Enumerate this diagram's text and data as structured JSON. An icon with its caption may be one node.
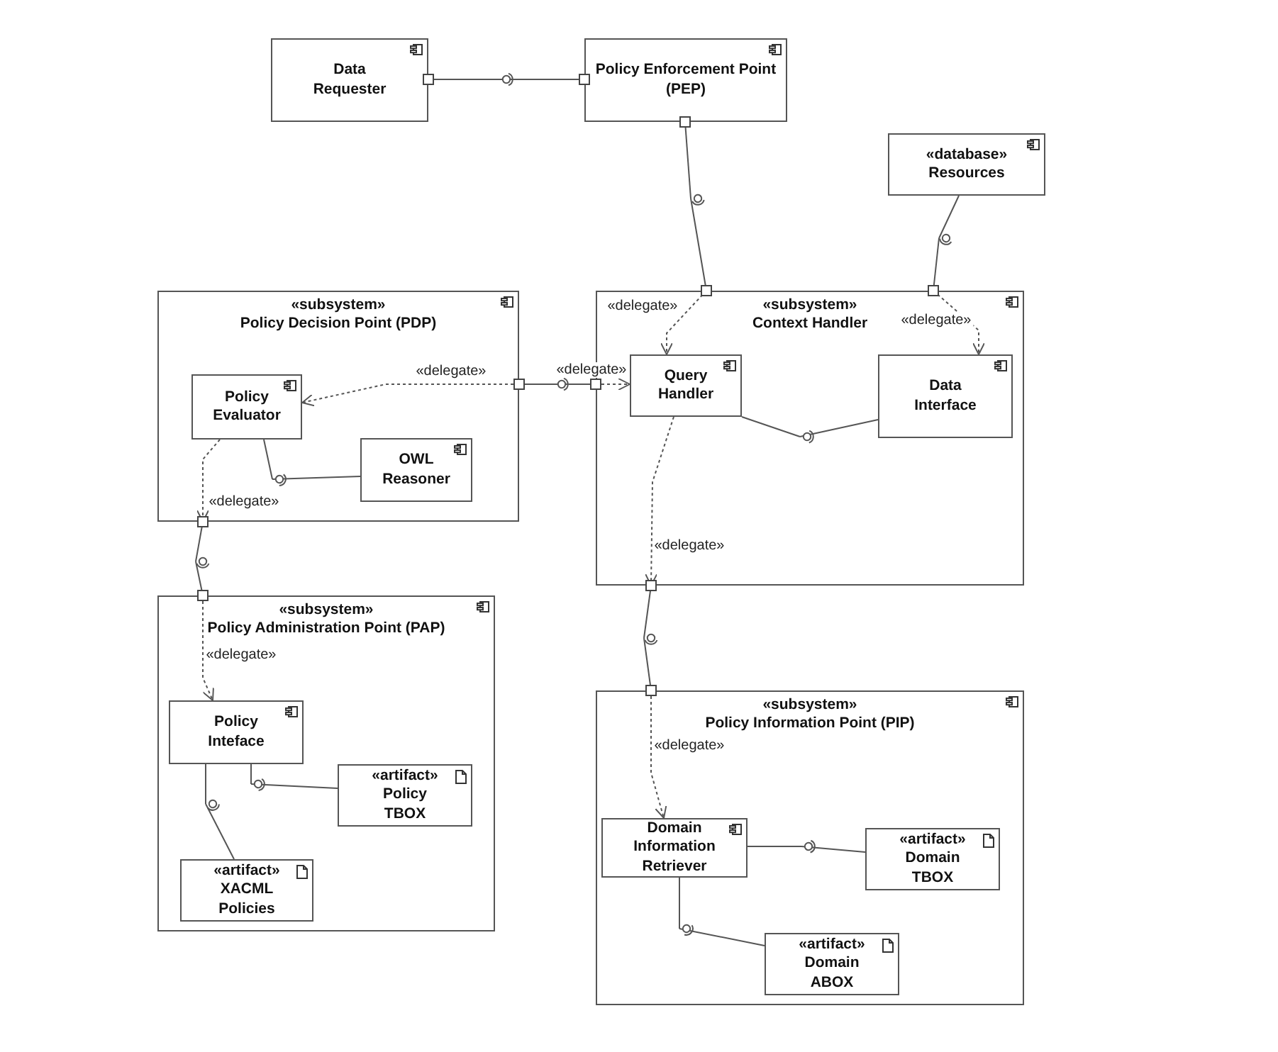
{
  "diagram": {
    "nodes": [
      {
        "text": [
          "Data Requester"
        ]
      },
      {
        "text": [
          "Policy Enforcement Point (PEP)"
        ]
      },
      {
        "text": [
          "«database»",
          "Resources"
        ]
      },
      {
        "text": [
          "«subsystem»",
          "Policy Decision Point (PDP)"
        ]
      },
      {
        "text": [
          "Policy Evaluator"
        ],
        "in": 3
      },
      {
        "text": [
          "OWL Reasoner"
        ],
        "in": 3
      },
      {
        "text": [
          "«subsystem»",
          "Context Handler"
        ]
      },
      {
        "text": [
          "Query Handler"
        ],
        "in": 6
      },
      {
        "text": [
          "Data Interface"
        ],
        "in": 6
      },
      {
        "text": [
          "«subsystem»",
          "Policy Administration Point (PAP)"
        ]
      },
      {
        "text": [
          "Policy Inteface"
        ],
        "in": 9
      },
      {
        "text": [
          "«artifact»",
          "Policy TBOX"
        ],
        "in": 9
      },
      {
        "text": [
          "«artifact»",
          "XACML Policies"
        ],
        "in": 9
      },
      {
        "text": [
          "«subsystem»",
          "Policy Information Point (PIP)"
        ]
      },
      {
        "text": [
          "Domain Information Retriever"
        ],
        "in": 13
      },
      {
        "text": [
          "«artifact»",
          "Domain TBOX"
        ],
        "in": 13
      },
      {
        "text": [
          "«artifact»",
          "Domain ABOX"
        ],
        "in": 13
      },
      {
        "text": [],
        "shape": "circle"
      },
      {
        "text": [],
        "shape": "circle"
      },
      {
        "text": [],
        "shape": "circle"
      },
      {
        "text": [],
        "shape": "circle"
      },
      {
        "text": [],
        "shape": "circle"
      },
      {
        "text": [],
        "shape": "circle"
      },
      {
        "text": [],
        "shape": "circle",
        "in": 3
      },
      {
        "text": [],
        "shape": "circle",
        "in": 6
      },
      {
        "text": [],
        "shape": "circle",
        "in": 9
      },
      {
        "text": [],
        "shape": "circle",
        "in": 9
      },
      {
        "text": [],
        "shape": "circle",
        "in": 13
      },
      {
        "text": [],
        "shape": "circle",
        "in": 13
      }
    ],
    "edges": [
      {
        "from": 0,
        "to": 17,
        "arrow": "none"
      },
      {
        "from": 1,
        "to": 18,
        "arrow": "none"
      },
      {
        "from": 2,
        "to": 19,
        "arrow": "none"
      },
      {
        "from": 6,
        "to": 7,
        "arrow": "to",
        "style": "dashed",
        "label": "«delegate»"
      },
      {
        "from": 6,
        "to": 8,
        "arrow": "to",
        "style": "dashed",
        "label": "«delegate»"
      },
      {
        "from": 3,
        "to": 20,
        "arrow": "none"
      },
      {
        "from": 6,
        "to": 7,
        "arrow": "to",
        "style": "dashed",
        "label": "«delegate»"
      },
      {
        "from": 3,
        "to": 4,
        "arrow": "to",
        "style": "dashed",
        "label": "«delegate»"
      },
      {
        "from": 3,
        "to": 21,
        "arrow": "none"
      },
      {
        "from": 4,
        "to": 3,
        "arrow": "to",
        "style": "dashed",
        "label": "«delegate»"
      },
      {
        "from": 9,
        "to": 10,
        "arrow": "to",
        "style": "dashed",
        "label": "«delegate»"
      },
      {
        "from": 6,
        "to": 22,
        "arrow": "none"
      },
      {
        "from": 7,
        "to": 6,
        "arrow": "to",
        "style": "dashed",
        "label": "«delegate»"
      },
      {
        "from": 13,
        "to": 14,
        "arrow": "to",
        "style": "dashed",
        "label": "«delegate»"
      },
      {
        "from": 4,
        "to": 23,
        "arrow": "none"
      },
      {
        "from": 7,
        "to": 24,
        "arrow": "none"
      },
      {
        "from": 10,
        "to": 25,
        "arrow": "none"
      },
      {
        "from": 10,
        "to": 26,
        "arrow": "none"
      },
      {
        "from": 14,
        "to": 27,
        "arrow": "none"
      },
      {
        "from": 14,
        "to": 28,
        "arrow": "none"
      },
      {
        "from": 17,
        "to": 1,
        "arrow": "none"
      },
      {
        "from": 18,
        "to": 6,
        "arrow": "none"
      },
      {
        "from": 19,
        "to": 6,
        "arrow": "none"
      },
      {
        "from": 20,
        "to": 6,
        "arrow": "none"
      },
      {
        "from": 21,
        "to": 9,
        "arrow": "none"
      },
      {
        "from": 22,
        "to": 13,
        "arrow": "none"
      },
      {
        "from": 23,
        "to": 5,
        "arrow": "none"
      },
      {
        "from": 24,
        "to": 8,
        "arrow": "none"
      },
      {
        "from": 25,
        "to": 11,
        "arrow": "none"
      },
      {
        "from": 26,
        "to": 12,
        "arrow": "none"
      },
      {
        "from": 27,
        "to": 15,
        "arrow": "none"
      },
      {
        "from": 28,
        "to": 16,
        "arrow": "none"
      }
    ]
  }
}
